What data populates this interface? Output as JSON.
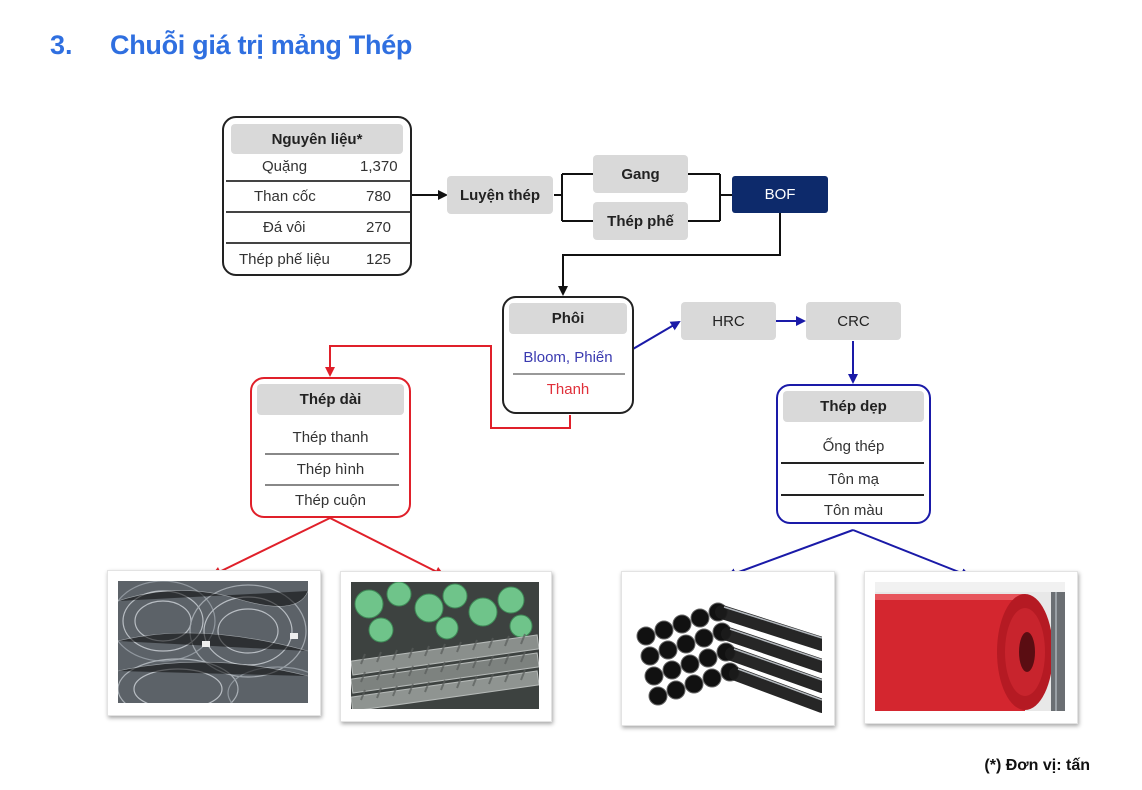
{
  "title": {
    "number": "3.",
    "text": "Chuỗi giá trị mảng Thép"
  },
  "raw_materials": {
    "header": "Nguyên liệu*",
    "items": [
      {
        "name": "Quặng",
        "value": "1,370"
      },
      {
        "name": "Than cốc",
        "value": "780"
      },
      {
        "name": "Đá vôi",
        "value": "270"
      },
      {
        "name": "Thép phế liệu",
        "value": "125"
      }
    ]
  },
  "process": {
    "smelting": "Luyện thép",
    "pig_iron": "Gang",
    "scrap": "Thép phế",
    "bof": "BOF"
  },
  "billet": {
    "header": "Phôi",
    "bloom": "Bloom, Phiến",
    "bar": "Thanh"
  },
  "flat_process": {
    "hrc": "HRC",
    "crc": "CRC"
  },
  "long_steel": {
    "header": "Thép dài",
    "items": [
      "Thép thanh",
      "Thép hình",
      "Thép cuộn"
    ]
  },
  "flat_steel": {
    "header": "Thép dẹp",
    "items": [
      "Ống thép",
      "Tôn mạ",
      "Tôn màu"
    ]
  },
  "footnote": "(*) Đơn vị: tấn",
  "colors": {
    "title": "#2f6fe0",
    "long_accent": "#e0202a",
    "flat_accent": "#1a1aa8",
    "bof_fill": "#0d2a6b",
    "header_fill": "#d9d9d9"
  }
}
